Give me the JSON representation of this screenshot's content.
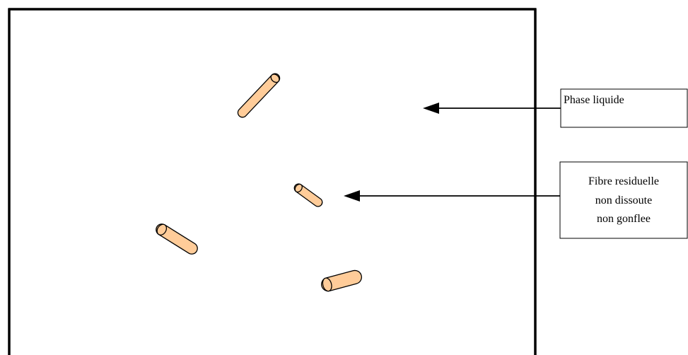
{
  "labels": {
    "liquid_phase": "Phase liquide",
    "residual_fiber": [
      "Fibre residuelle",
      "non dissoute",
      "non gonflee"
    ]
  },
  "colors": {
    "fiber_fill": "#ffcc99",
    "stroke": "#000000",
    "background": "#ffffff"
  }
}
